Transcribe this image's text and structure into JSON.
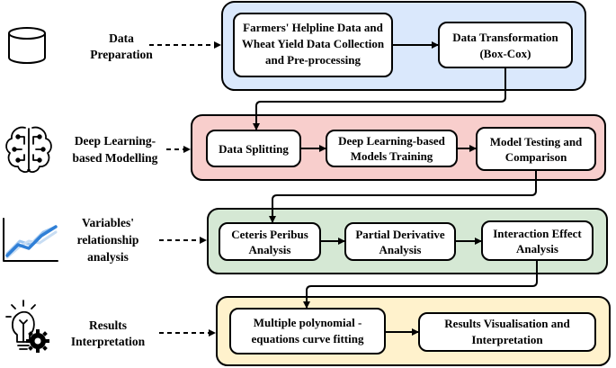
{
  "stages": [
    {
      "label_lines": [
        "Data",
        "Preparation"
      ],
      "icon": "database-icon",
      "fill": "#dae8fc",
      "steps": [
        {
          "lines": [
            "Farmers' Helpline Data and",
            "Wheat Yield Data Collection",
            "and Pre-processing"
          ]
        },
        {
          "lines": [
            "Data Transformation",
            "(Box-Cox)"
          ]
        }
      ]
    },
    {
      "label_lines": [
        "Deep Learning-",
        "based Modelling"
      ],
      "icon": "ai-brain-icon",
      "fill": "#f8cecc",
      "steps": [
        {
          "lines": [
            "Data Splitting"
          ]
        },
        {
          "lines": [
            "Deep Learning-based",
            "Models Training"
          ]
        },
        {
          "lines": [
            "Model Testing and",
            "Comparison"
          ]
        }
      ]
    },
    {
      "label_lines": [
        "Variables'",
        "relationship",
        "analysis"
      ],
      "icon": "line-chart-icon",
      "fill": "#d5e8d4",
      "steps": [
        {
          "lines": [
            "Ceteris Peribus",
            "Analysis"
          ]
        },
        {
          "lines": [
            "Partial Derivative",
            "Analysis"
          ]
        },
        {
          "lines": [
            "Interaction Effect",
            "Analysis"
          ]
        }
      ]
    },
    {
      "label_lines": [
        "Results",
        "Interpretation"
      ],
      "icon": "lightbulb-gear-icon",
      "fill": "#fff2cc",
      "steps": [
        {
          "lines": [
            "Multiple polynomial -",
            "equations curve fitting"
          ]
        },
        {
          "lines": [
            "Results Visualisation and",
            "Interpretation"
          ]
        }
      ]
    }
  ]
}
